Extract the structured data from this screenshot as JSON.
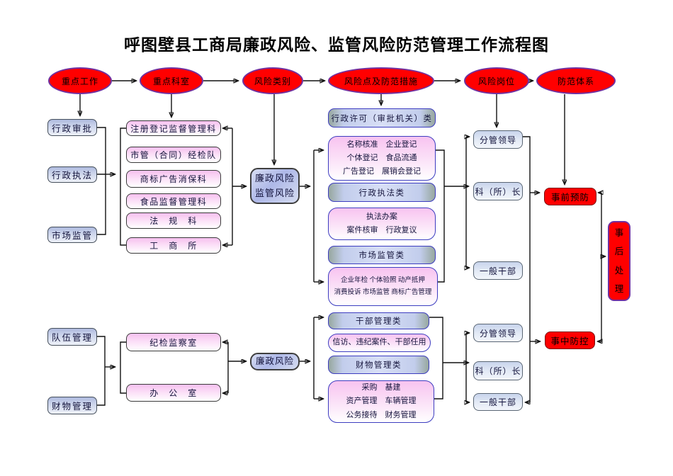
{
  "title": "呼图壁县工商局廉政风险、监管风险防范管理工作流程图",
  "headers": {
    "key_work": "重点工作",
    "key_dept": "重点科室",
    "risk_category": "风险类别",
    "risk_points": "风险点及防范措施",
    "risk_post": "风险岗位",
    "prevention_system": "防范体系"
  },
  "top": {
    "works": [
      "行政审批",
      "行政执法",
      "市场监管"
    ],
    "depts": [
      "注册登记监督管理科",
      "市管（合同）经检队",
      "商标广告消保科",
      "食品监督管理科",
      "法　规　科",
      "工　商　所"
    ],
    "category_lines": [
      "廉政风险",
      "监管风险"
    ],
    "admin_permit_type": "行政许可（审批机关）类",
    "reg_items": [
      "名称核准　企业登记",
      "个体登记　食品流通",
      "广告登记　展销会登记"
    ],
    "enforce_type": "行政执法类",
    "enforce_items": [
      "执法办案",
      "案件核审　行政复议"
    ],
    "market_type": "市场监管类",
    "market_items": [
      "企业年检 个体验照 动产抵押",
      "消费投诉 市场监管 商标广告管理"
    ],
    "posts": [
      "分管领导",
      "科（所）长",
      "一般干部"
    ],
    "prevention": "事前预防"
  },
  "bottom": {
    "works": [
      "队伍管理",
      "财物管理"
    ],
    "depts": [
      "纪检监察室",
      "办　公　室"
    ],
    "category": "廉政风险",
    "cadre_type": "干部管理类",
    "cadre_items": [
      "信访、违纪案件、干部任用"
    ],
    "finance_type": "财物管理类",
    "finance_items": [
      "采购　基建",
      "资产管理　车辆管理",
      "公务接待　财务管理"
    ],
    "posts": [
      "分管领导",
      "科（所）长",
      "一般干部"
    ],
    "control": "事中防控"
  },
  "post_handling_chars": [
    "事",
    "后",
    "处",
    "理"
  ],
  "colors": {
    "shape_red": "#ff0000",
    "ellipse_border": "#7030a0",
    "violet_box_border": "#3d3dc0",
    "pink_fill": "#f8c3f0",
    "blue_fill": "#aebade"
  }
}
